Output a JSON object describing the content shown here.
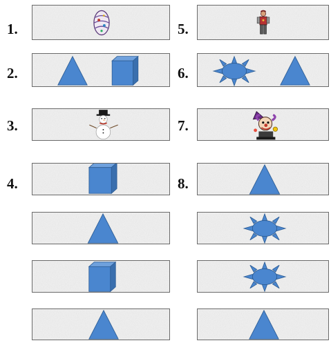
{
  "labels": {
    "n1": "1.",
    "n2": "2.",
    "n3": "3.",
    "n4": "4.",
    "n5": "5.",
    "n6": "6.",
    "n7": "7.",
    "n8": "8."
  },
  "colors": {
    "shape_fill": "#4a86cf",
    "shape_stroke": "#2f5f97",
    "strip_texture": "#e6e6e6",
    "strip_border": "#6a6a6a"
  },
  "strips": [
    {
      "item": "1",
      "figures": [
        "painted-oval-egg"
      ]
    },
    {
      "item": "2",
      "figures": [
        "triangle",
        "cube"
      ]
    },
    {
      "item": "3",
      "figures": [
        "snowman"
      ]
    },
    {
      "item": "4",
      "figures": [
        "cube"
      ]
    },
    {
      "item": "",
      "figures": [
        "triangle"
      ]
    },
    {
      "item": "",
      "figures": [
        "cube"
      ]
    },
    {
      "item": "",
      "figures": [
        "triangle"
      ]
    },
    {
      "item": "5",
      "figures": [
        "robot-figure"
      ]
    },
    {
      "item": "6",
      "figures": [
        "sun",
        "triangle"
      ]
    },
    {
      "item": "7",
      "figures": [
        "clown-with-hat"
      ]
    },
    {
      "item": "8",
      "figures": [
        "triangle"
      ]
    },
    {
      "item": "",
      "figures": [
        "sun"
      ]
    },
    {
      "item": "",
      "figures": [
        "sun"
      ]
    },
    {
      "item": "",
      "figures": [
        "triangle"
      ]
    }
  ]
}
